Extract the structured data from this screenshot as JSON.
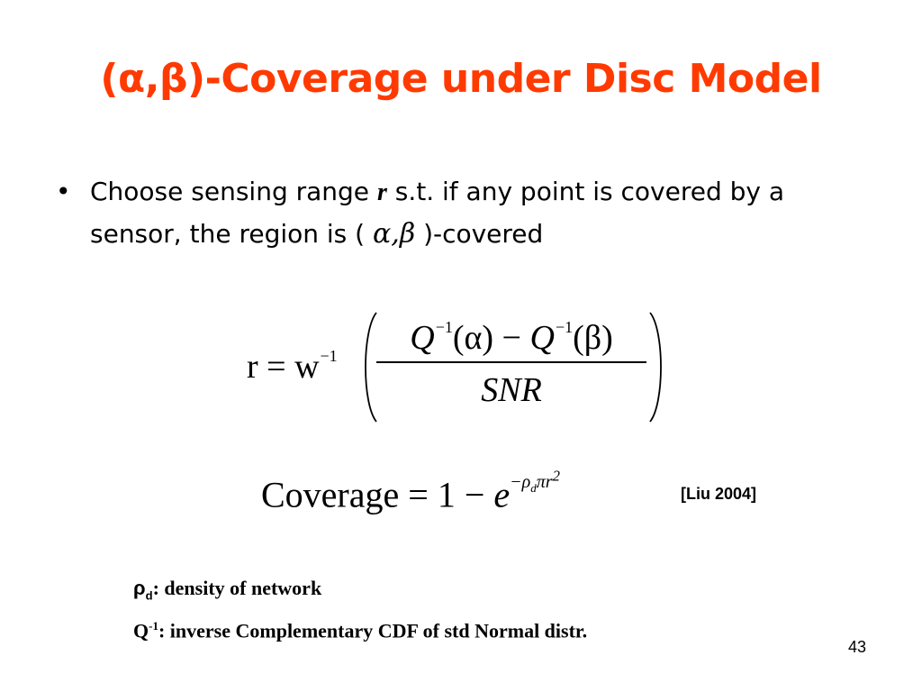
{
  "colors": {
    "title": "#ff3a00",
    "text": "#000000"
  },
  "title": "(α,β)-Coverage under Disc Model",
  "bullet": {
    "marker": "•",
    "text_a": "Choose sensing range ",
    "var_r": "r",
    "text_b": " s.t. if any point is covered by a sensor, the region is (",
    "alpha": "α",
    "comma": ",",
    "beta": "β",
    "text_c": ")-covered"
  },
  "equation1": {
    "lhs": "r = w",
    "lhs_exp": "−1",
    "q1": "Q",
    "q1_exp": "−1",
    "q1_arg": "(α) − ",
    "q2": "Q",
    "q2_exp": "−1",
    "q2_arg": "(β)",
    "denominator": "SNR"
  },
  "equation2": {
    "lhs": "Coverage",
    "rhs": " = 1 − ",
    "e": "e",
    "exp_a": "−ρ",
    "exp_sub": "d",
    "exp_b": "πr",
    "exp_sup": "2"
  },
  "citation": "[Liu 2004]",
  "notes": {
    "line1_sym": "ρ",
    "line1_sub": "d",
    "line1_text": ": density of network",
    "line2_sym": "Q",
    "line2_sup": "-1",
    "line2_text": ": inverse Complementary CDF of std Normal distr."
  },
  "page_number": "43"
}
